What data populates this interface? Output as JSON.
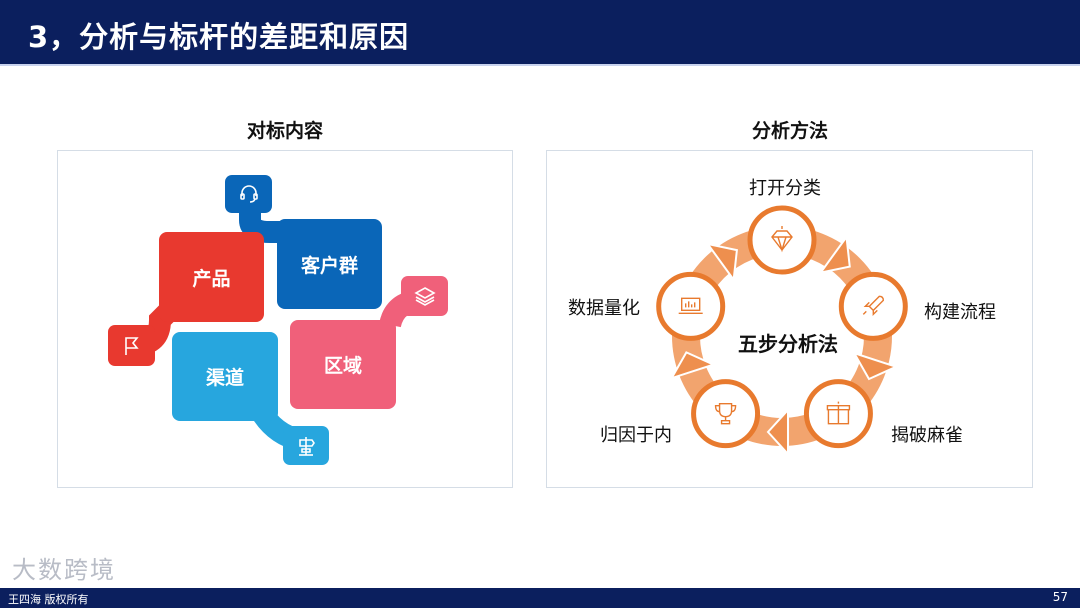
{
  "header": {
    "title": "3，分析与标杆的差距和原因"
  },
  "left": {
    "title": "对标内容",
    "items": [
      {
        "label": "产品",
        "color": "#e8392f",
        "icon": "flag-icon"
      },
      {
        "label": "客户群",
        "color": "#0a66b8",
        "icon": "headset-icon"
      },
      {
        "label": "渠道",
        "color": "#27a6de",
        "icon": "signpost-icon"
      },
      {
        "label": "区域",
        "color": "#f0607a",
        "icon": "layers-icon"
      }
    ]
  },
  "right": {
    "title": "分析方法",
    "center": "五步分析法",
    "accent": "#e87a2e",
    "steps": [
      {
        "label": "打开分类",
        "icon": "diamond-icon"
      },
      {
        "label": "构建流程",
        "icon": "rocket-icon"
      },
      {
        "label": "揭破麻雀",
        "icon": "gift-box-icon"
      },
      {
        "label": "归因于内",
        "icon": "trophy-icon"
      },
      {
        "label": "数据量化",
        "icon": "laptop-chart-icon"
      }
    ]
  },
  "footer": {
    "copyright": "王四海 版权所有",
    "page": "57",
    "watermark": "大数跨境"
  }
}
